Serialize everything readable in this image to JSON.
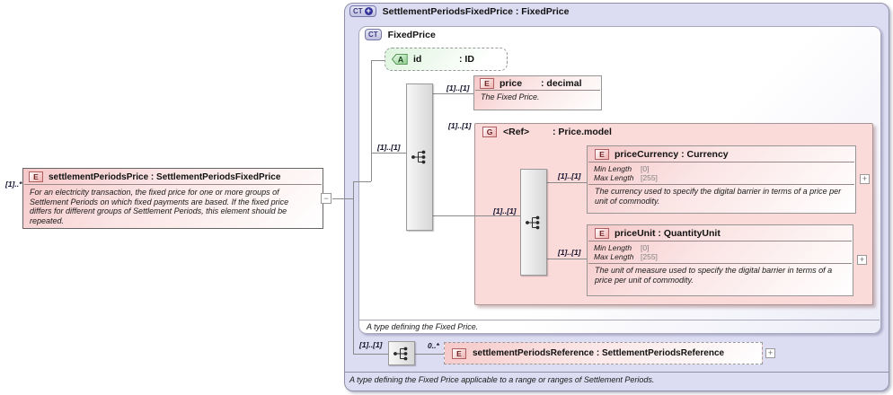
{
  "diagram": {
    "toggles": {
      "collapse_label": "−",
      "expand_label": "+"
    },
    "left": {
      "cardinality": "[1]..*",
      "badge": "E",
      "title": "settlementPeriodsPrice : SettlementPeriodsFixedPrice",
      "description": "For an electricity transaction, the fixed price for one or more groups of Settlement Periods on which fixed payments are based. If the fixed price differs for different groups of Settlement Periods, this element should be repeated."
    },
    "outer": {
      "badge": "CT",
      "badge_plus": "+",
      "title": "SettlementPeriodsFixedPrice : FixedPrice",
      "footer": "A type defining the Fixed Price applicable to a range or ranges of Settlement Periods."
    },
    "inner": {
      "badge": "CT",
      "title": "FixedPrice",
      "footer": "A type defining the Fixed Price.",
      "sequence_cardinality": "[1]..[1]"
    },
    "attribute": {
      "badge": "A",
      "name": "id",
      "type": ": ID"
    },
    "price": {
      "cardinality": "[1]..[1]",
      "badge": "E",
      "name": "price",
      "type": ": decimal",
      "description": "The Fixed Price."
    },
    "group": {
      "cardinality": "[1]..[1]",
      "badge": "G",
      "name": "<Ref>",
      "type": ": Price.model",
      "sequence_cardinality": "[1]..[1]"
    },
    "priceCurrency": {
      "cardinality": "[1]..[1]",
      "badge": "E",
      "title": "priceCurrency : Currency",
      "facets": [
        {
          "name": "Min Length",
          "value": "[0]"
        },
        {
          "name": "Max Length",
          "value": "[255]"
        }
      ],
      "description": "The currency used to specify the digital barrier in terms of a price per unit of commodity."
    },
    "priceUnit": {
      "cardinality": "[1]..[1]",
      "badge": "E",
      "title": "priceUnit : QuantityUnit",
      "facets": [
        {
          "name": "Min Length",
          "value": "[0]"
        },
        {
          "name": "Max Length",
          "value": "[255]"
        }
      ],
      "description": "The unit of measure used to specify the digital barrier in terms of a price per unit of commodity."
    },
    "reference": {
      "sequence_cardinality": "[1]..[1]",
      "cardinality": "0..*",
      "badge": "E",
      "title": "settlementPeriodsReference : SettlementPeriodsReference"
    }
  }
}
